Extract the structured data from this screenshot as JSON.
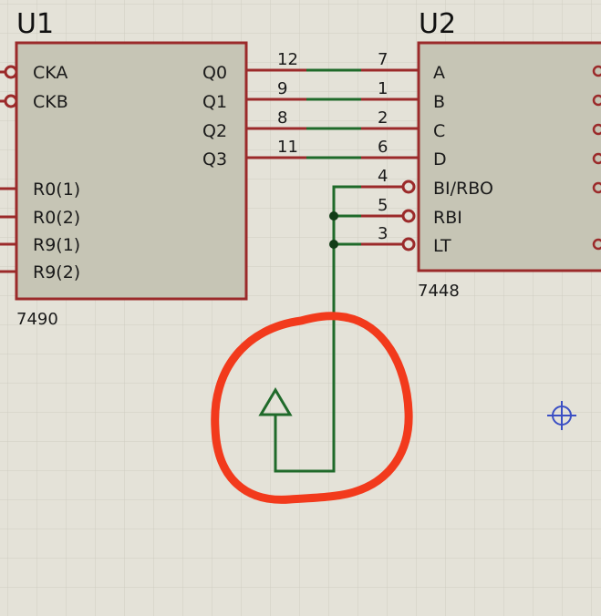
{
  "colors": {
    "background": "#e4e2d8",
    "grid": "#cfcdc2",
    "component_fill": "#c6c5b5",
    "component_border": "#9b2a2a",
    "wire": "#1f6a2a",
    "highlight": "#f23a1c",
    "marker": "#3b4fc4"
  },
  "u1": {
    "ref": "U1",
    "part": "7490",
    "inputs": [
      "CKA",
      "CKB"
    ],
    "resets": [
      "R0(1)",
      "R0(2)",
      "R9(1)",
      "R9(2)"
    ],
    "outputs": [
      "Q0",
      "Q1",
      "Q2",
      "Q3"
    ],
    "output_pin_numbers": [
      "12",
      "9",
      "8",
      "11"
    ]
  },
  "u2": {
    "ref": "U2",
    "part": "7448",
    "inputs": [
      "A",
      "B",
      "C",
      "D",
      "BI/RBO",
      "RBI",
      "LT"
    ],
    "input_pin_numbers": [
      "7",
      "1",
      "2",
      "6",
      "4",
      "5",
      "3"
    ]
  },
  "annotations": {
    "ground_symbol": "ground-arrow-icon",
    "highlight": "hand-drawn-circle",
    "marker": "crosshair-icon"
  }
}
